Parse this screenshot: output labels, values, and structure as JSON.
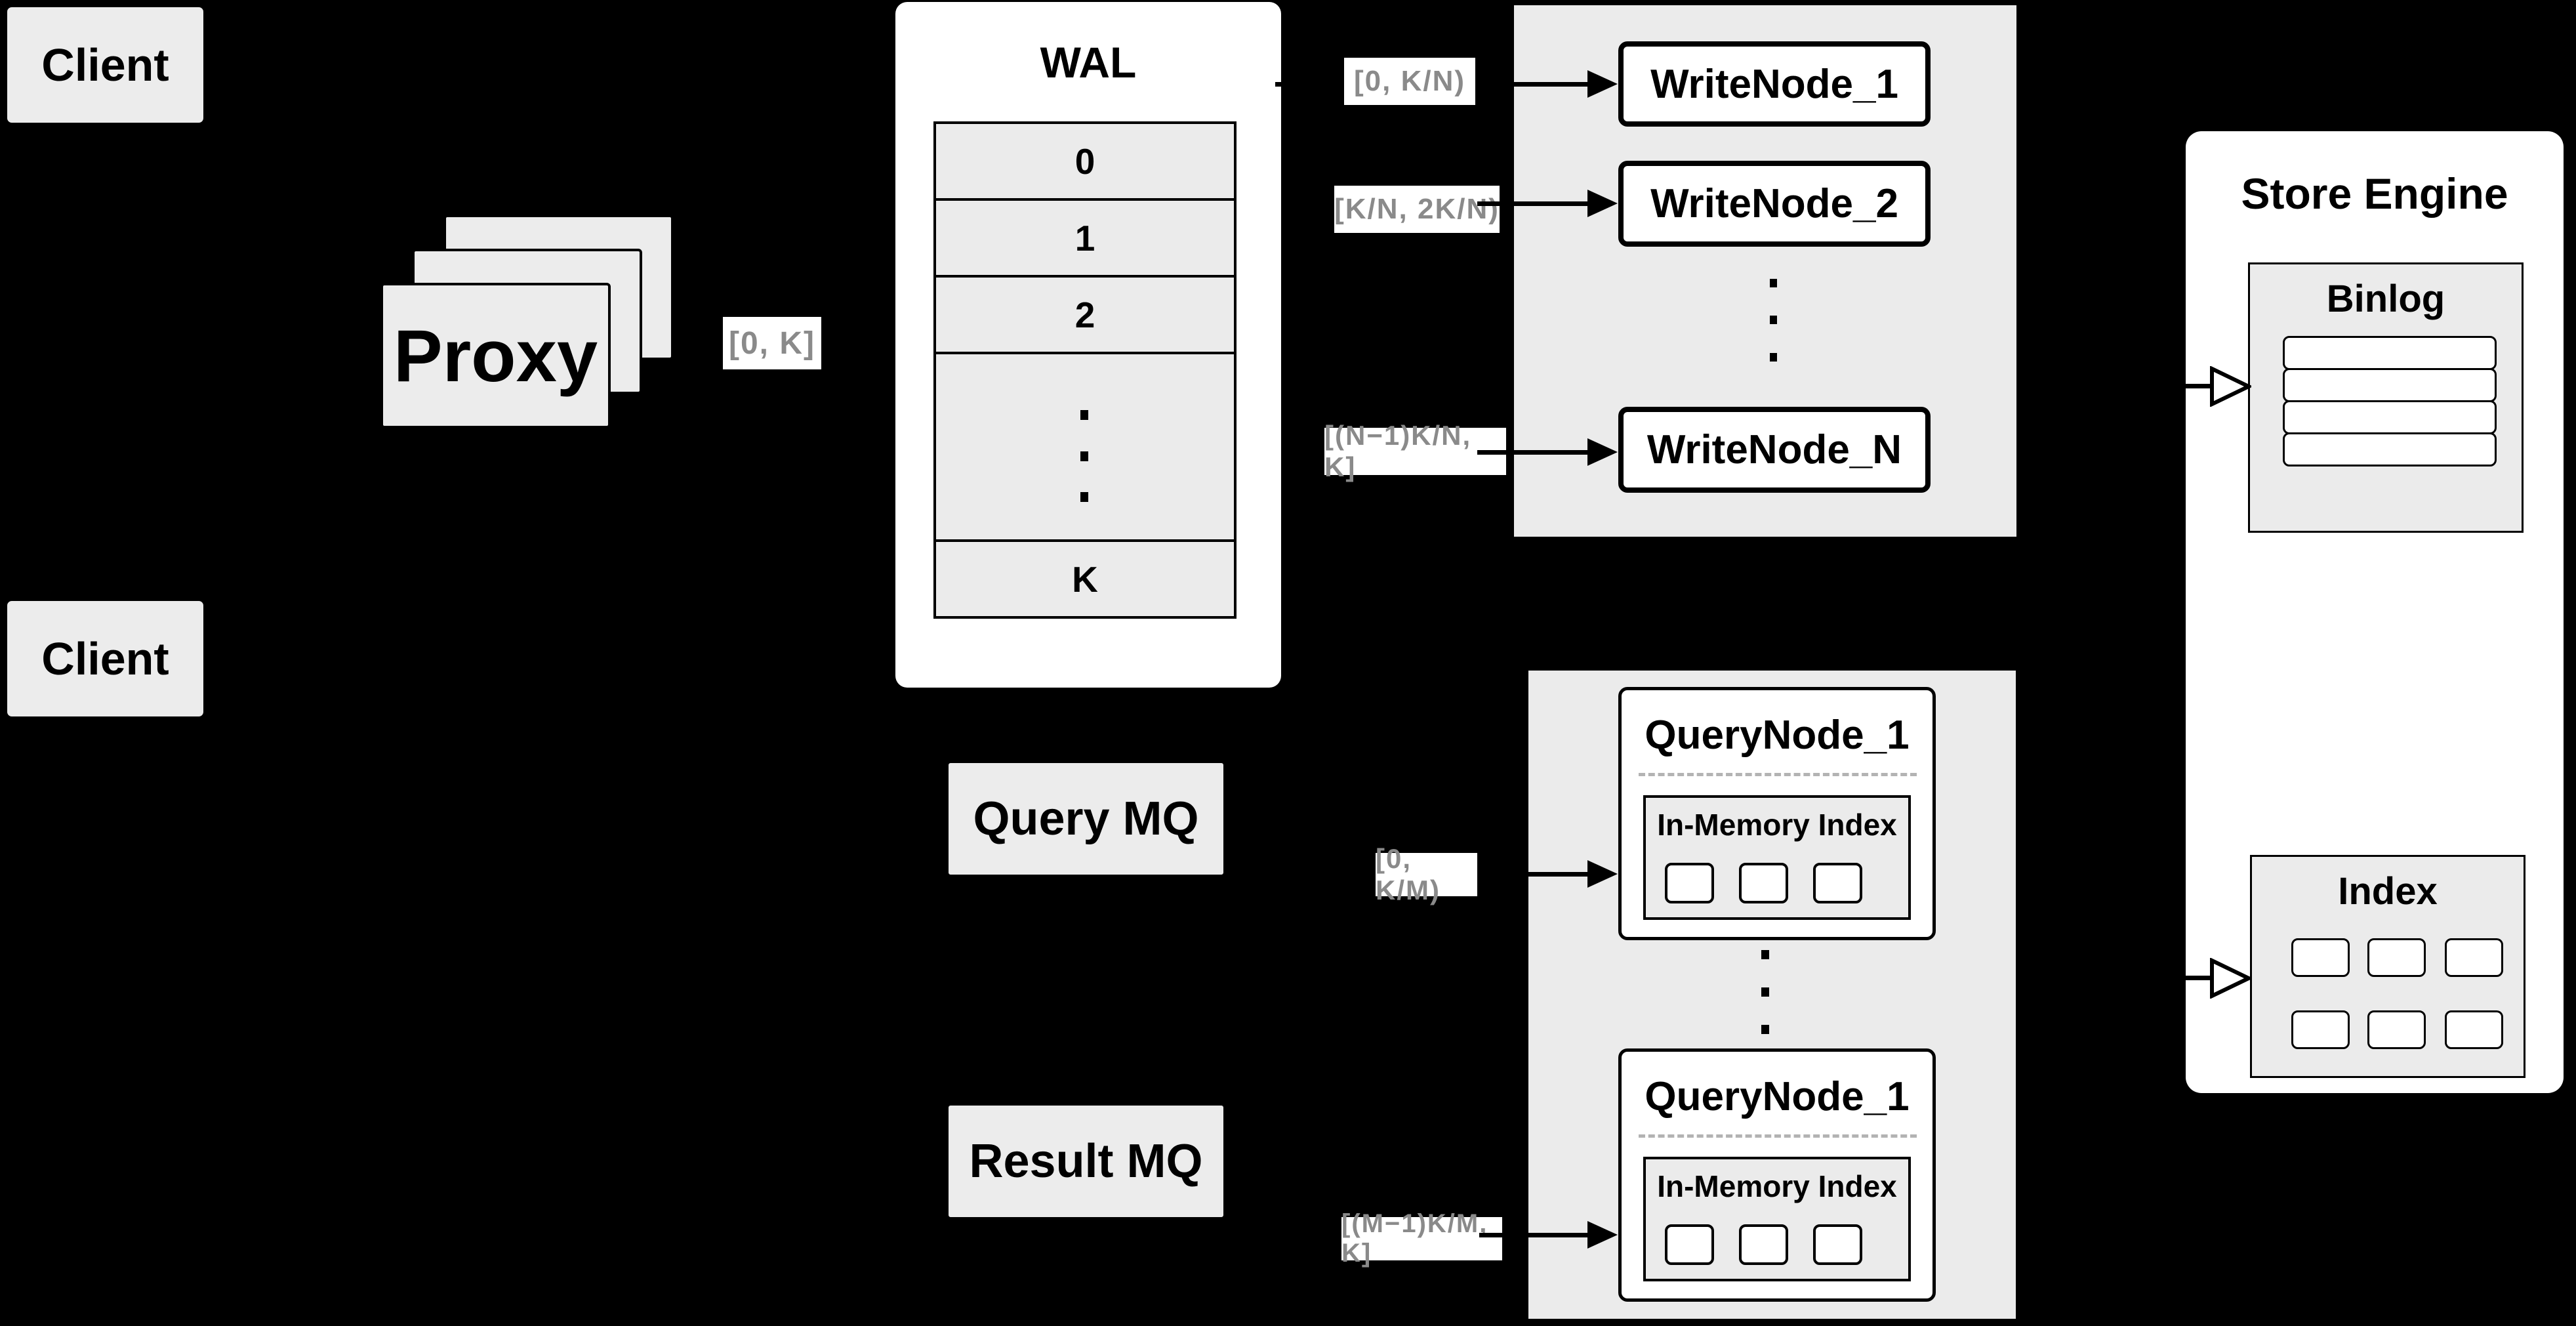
{
  "clients": {
    "top": "Client",
    "bottom": "Client"
  },
  "proxy": {
    "label": "Proxy",
    "range_label": "[0, K]"
  },
  "wal": {
    "title": "WAL",
    "rows": [
      "0",
      "1",
      "2"
    ],
    "last_row": "K"
  },
  "write_nodes": {
    "labels": [
      "[0, K/N)",
      "[K/N, 2K/N)",
      "[(N−1)K/N, K]"
    ],
    "nodes": [
      "WriteNode_1",
      "WriteNode_2",
      "WriteNode_N"
    ]
  },
  "store_engine": {
    "title": "Store Engine",
    "binlog_title": "Binlog",
    "index_title": "Index"
  },
  "mq": {
    "query": "Query MQ",
    "result": "Result MQ"
  },
  "query_nodes": {
    "labels": [
      "[0, K/M)",
      "[(M−1)K/M, K]"
    ],
    "top_title": "QueryNode_1",
    "top_index_title": "In-Memory Index",
    "bottom_title": "QueryNode_1",
    "bottom_index_title": "In-Memory Index"
  },
  "colors": {
    "background": "#000000",
    "panel_grey": "#ebebeb",
    "box_white": "#ffffff",
    "border_black": "#000000",
    "label_text_grey": "#8a8a8a"
  }
}
